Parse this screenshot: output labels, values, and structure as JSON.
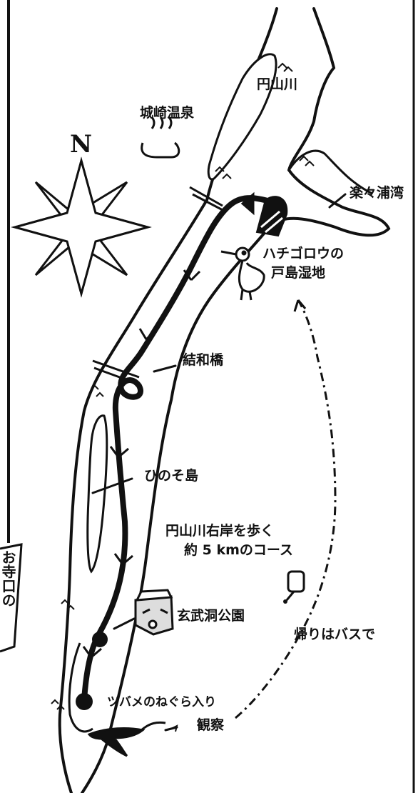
{
  "map": {
    "compass": {
      "north": "N"
    },
    "places": {
      "river": "円山川",
      "onsen": "城崎温泉",
      "bay": "楽々浦湾",
      "wetland_line1": "ハチゴロウの",
      "wetland_line2": "戸島湿地",
      "bridge": "結和橋",
      "island": "ひのそ島",
      "park": "玄武洞公園",
      "swallow_line1": "ツバメのねぐら入り",
      "swallow_line2": "観察"
    },
    "route": {
      "line1": "円山川右岸を歩く",
      "line2": "約 5 kmのコース",
      "return": "帰りはバスで"
    },
    "side_note": "お寺口の"
  }
}
